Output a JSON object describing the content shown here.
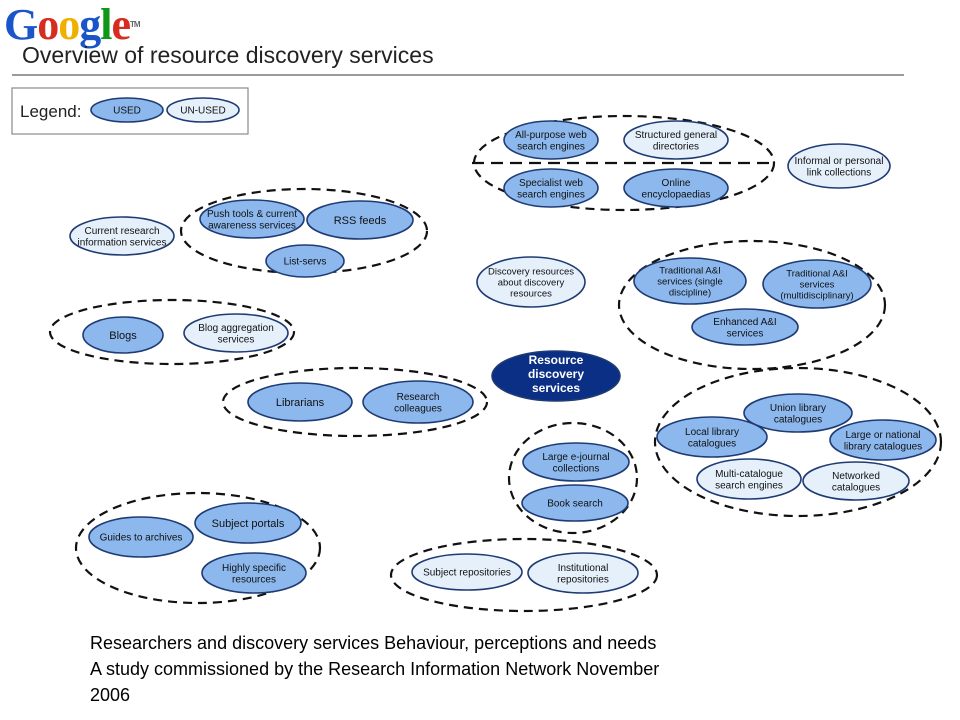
{
  "header": {
    "logo_text": "Google",
    "logo_letter_colors": [
      "#1a56c9",
      "#d62d20",
      "#f0b000",
      "#1a56c9",
      "#109618",
      "#d62d20"
    ],
    "trademark": "TM",
    "title": "Overview of resource discovery services"
  },
  "legend": {
    "label": "Legend:",
    "used": "USED",
    "unused": "UN-USED"
  },
  "colors": {
    "used_fill": "#8cb8ee",
    "unused_fill": "#e6f0fb",
    "center_fill": "#0b2f84",
    "outline": "#1f3b73",
    "dash": "#111111"
  },
  "nodes": {
    "center": [
      "Resource",
      "discovery",
      "services"
    ],
    "all_purpose": [
      "All-purpose web",
      "search engines"
    ],
    "structured": [
      "Structured general",
      "directories"
    ],
    "specialist": [
      "Specialist web",
      "search engines"
    ],
    "online_encyc": [
      "Online",
      "encyclopaedias"
    ],
    "informal": [
      "Informal or personal",
      "link collections"
    ],
    "current_research": [
      "Current research",
      "information services"
    ],
    "push_tools": [
      "Push tools & current",
      "awareness services"
    ],
    "rss": [
      "RSS feeds"
    ],
    "list_servs": [
      "List-servs"
    ],
    "discovery_res": [
      "Discovery resources",
      "about discovery",
      "resources"
    ],
    "trad_single": [
      "Traditional A&I",
      "services (single",
      "discipline)"
    ],
    "trad_multi": [
      "Traditional A&I",
      "services",
      "(multidisciplinary)"
    ],
    "enhanced": [
      "Enhanced A&I",
      "services"
    ],
    "blogs": [
      "Blogs"
    ],
    "blog_agg": [
      "Blog aggregation",
      "services"
    ],
    "librarians": [
      "Librarians"
    ],
    "colleagues": [
      "Research",
      "colleagues"
    ],
    "union": [
      "Union library",
      "catalogues"
    ],
    "local_lib": [
      "Local library",
      "catalogues"
    ],
    "national": [
      "Large or national",
      "library catalogues"
    ],
    "multi_cat": [
      "Multi-catalogue",
      "search engines"
    ],
    "networked": [
      "Networked",
      "catalogues"
    ],
    "ejournal": [
      "Large e-journal",
      "collections"
    ],
    "book_search": [
      "Book search"
    ],
    "guides": [
      "Guides to archives"
    ],
    "subject_portals": [
      "Subject portals"
    ],
    "highly_specific": [
      "Highly specific",
      "resources"
    ],
    "subject_repos": [
      "Subject repositories"
    ],
    "institutional": [
      "Institutional",
      "repositories"
    ]
  },
  "caption": {
    "line1": "Researchers and discovery services Behaviour, perceptions and needs",
    "line2": "A study commissioned by the Research Information Network November",
    "line3": "2006"
  }
}
